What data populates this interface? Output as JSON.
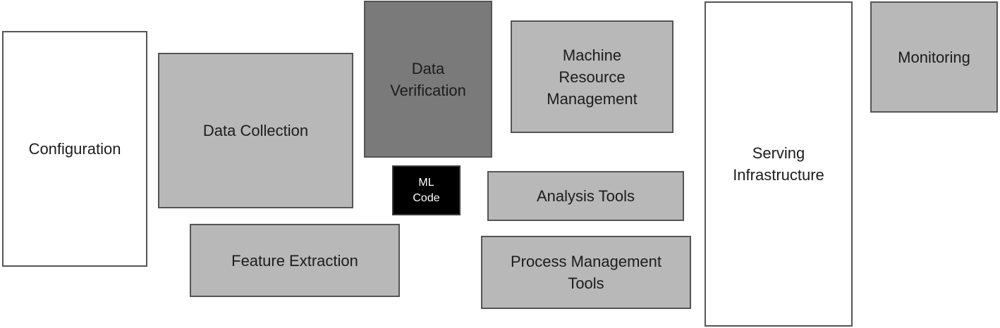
{
  "boxes": {
    "configuration": "Configuration",
    "data_collection": "Data Collection",
    "feature_extraction": "Feature Extraction",
    "data_verification": "Data\nVerification",
    "ml_code": "ML\nCode",
    "machine_resource_management": "Machine\nResource\nManagement",
    "analysis_tools": "Analysis Tools",
    "process_management_tools": "Process Management\nTools",
    "serving_infrastructure": "Serving\nInfrastructure",
    "monitoring": "Monitoring"
  },
  "colors": {
    "white_box": "#ffffff",
    "light_box": "#b8b8b8",
    "dark_box": "#7a7a7a",
    "black_box": "#000000"
  }
}
